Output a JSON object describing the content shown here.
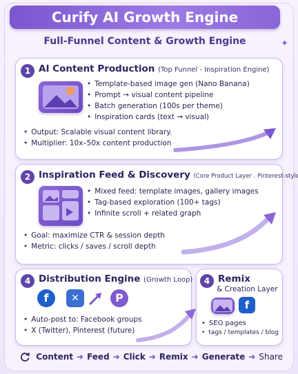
{
  "header": {
    "title": "Curify AI Growth Engine",
    "subtitle": "Full-Funnel Content & Growth Engine"
  },
  "sections": {
    "s1": {
      "number": "1",
      "title": "AI Content Production",
      "subtitle": "(Top Funnel - Inspiration Engine)",
      "features": [
        "Template-based image gen (Nano Banana)",
        "Prompt → visual content pipeline",
        "Batch generation (100s per theme)",
        "Inspiration cards (text → visual)"
      ],
      "output": "Output: Scalable visual content library.",
      "multiplier": "Multiplier: 10x–50x content production"
    },
    "s2": {
      "number": "2",
      "title": "Inspiration Feed & Discovery",
      "subtitle": "(Core Product Layer . Pinterest-style)",
      "features": [
        "Mixed feed: template images, gallery images",
        "Tag-based exploration (100+ tags)",
        "Infinite scroll + related graph"
      ],
      "goal": "Goal: maximize CTR & session depth",
      "metric": "Metric: clicks / saves / scroll depth"
    },
    "s3": {
      "number": "4",
      "title": "Distribution Engine",
      "subtitle": "(Growth Loop)",
      "items": [
        "Auto-post to: Facebook groups",
        "X (Twitter), Pinterest (future)"
      ]
    },
    "s4": {
      "number": "4",
      "title": "Remix",
      "subtitle": "& Creation Layer",
      "items": [
        "SEO pages",
        "tags / templates / blog"
      ]
    }
  },
  "flow": {
    "steps": [
      "Content",
      "Feed",
      "Click",
      "Remix",
      "Generate",
      "Share"
    ]
  },
  "icons": {
    "facebook": "facebook-icon",
    "x": "x-twitter-icon",
    "pinterest": "pinterest-icon"
  },
  "colors": {
    "accent": "#7b56cf",
    "facebook": "#1f5fc9",
    "x": "#3b6fd1",
    "pinterest": "#7e5bd0"
  }
}
